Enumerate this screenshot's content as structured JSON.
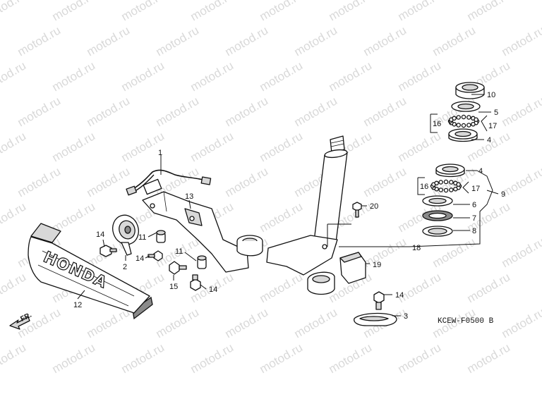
{
  "watermark": {
    "text": "motod.ru"
  },
  "diagram_code": "KCEW-F0500 B",
  "emblem_text": "HONDA",
  "direction_label": "FR.",
  "callouts": [
    {
      "id": "c1",
      "text": "1"
    },
    {
      "id": "c2",
      "text": "2"
    },
    {
      "id": "c3",
      "text": "3"
    },
    {
      "id": "c4a",
      "text": "4"
    },
    {
      "id": "c4b",
      "text": "4"
    },
    {
      "id": "c5",
      "text": "5"
    },
    {
      "id": "c6",
      "text": "6"
    },
    {
      "id": "c7",
      "text": "7"
    },
    {
      "id": "c8",
      "text": "8"
    },
    {
      "id": "c9",
      "text": "9"
    },
    {
      "id": "c10",
      "text": "10"
    },
    {
      "id": "c11a",
      "text": "11"
    },
    {
      "id": "c11b",
      "text": "11"
    },
    {
      "id": "c12",
      "text": "12"
    },
    {
      "id": "c13",
      "text": "13"
    },
    {
      "id": "c14a",
      "text": "14"
    },
    {
      "id": "c14b",
      "text": "14"
    },
    {
      "id": "c14c",
      "text": "14"
    },
    {
      "id": "c14d",
      "text": "14"
    },
    {
      "id": "c15",
      "text": "15"
    },
    {
      "id": "c16a",
      "text": "16"
    },
    {
      "id": "c16b",
      "text": "16"
    },
    {
      "id": "c17a",
      "text": "17"
    },
    {
      "id": "c17b",
      "text": "17"
    },
    {
      "id": "c18",
      "text": "18"
    },
    {
      "id": "c19",
      "text": "19"
    },
    {
      "id": "c20",
      "text": "20"
    }
  ]
}
